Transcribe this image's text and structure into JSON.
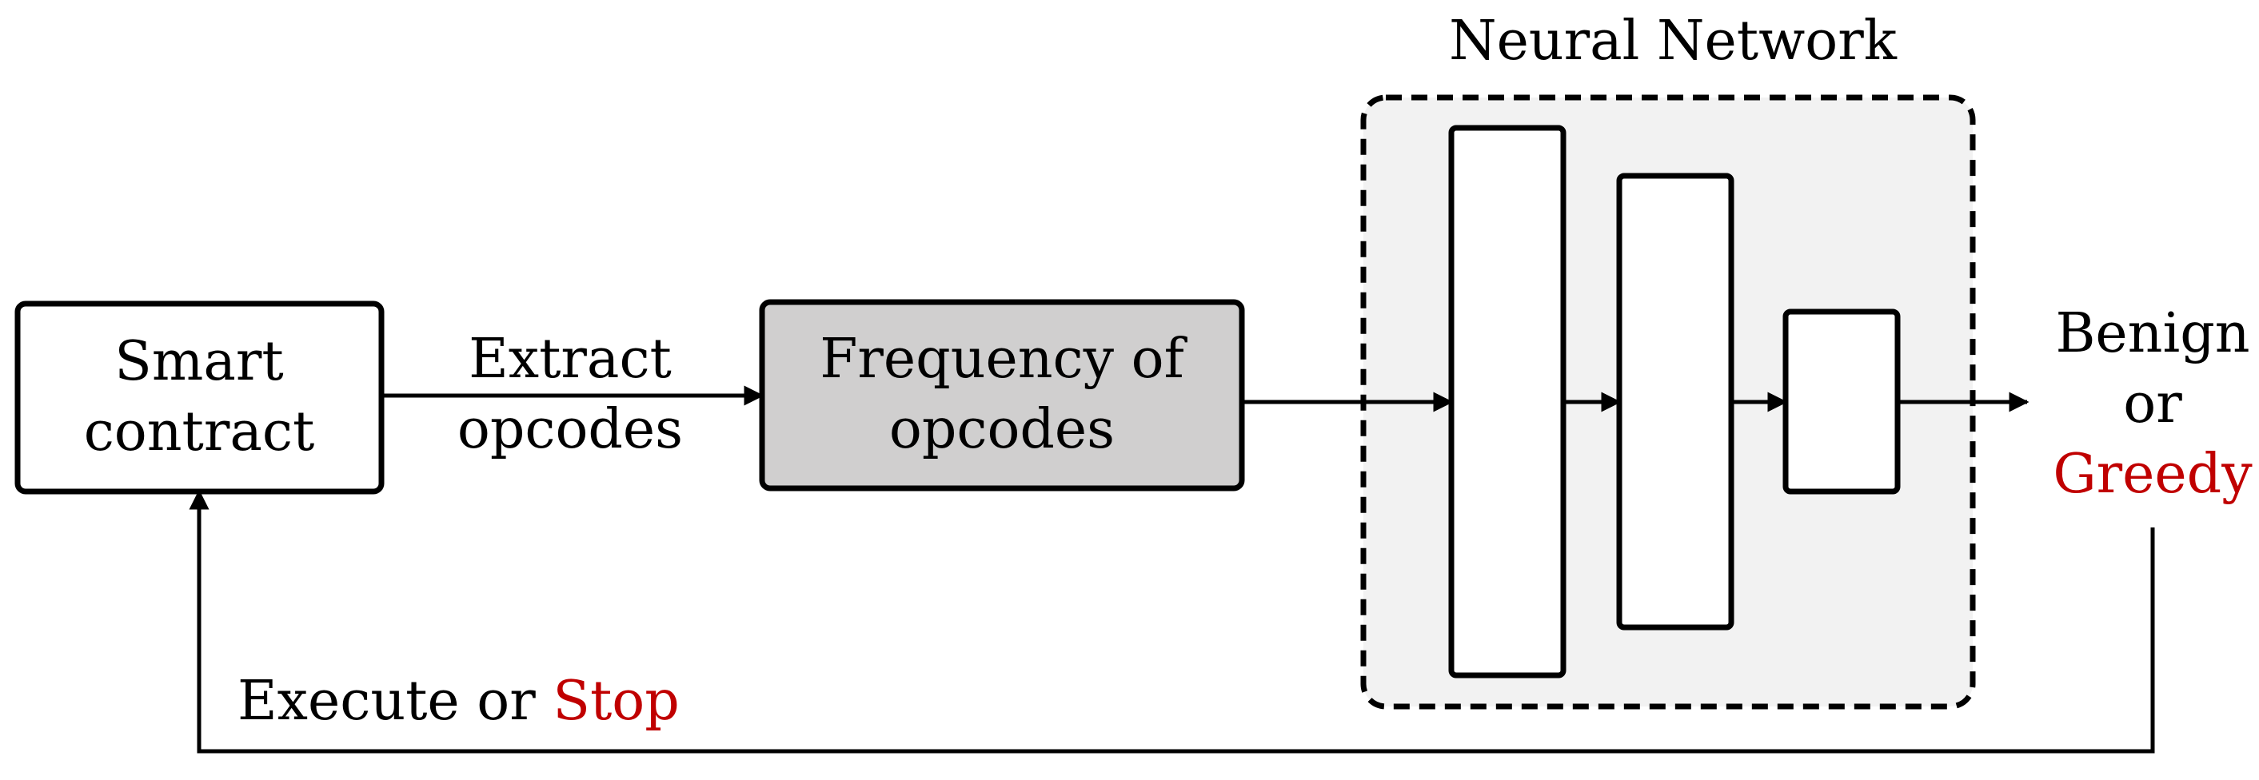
{
  "neural_network": {
    "title": "Neural Network"
  },
  "smart_contract": {
    "line1": "Smart",
    "line2": "contract"
  },
  "extract": {
    "line1": "Extract",
    "line2": "opcodes"
  },
  "frequency": {
    "line1": "Frequency of",
    "line2": "opcodes"
  },
  "output": {
    "line1": "Benign",
    "line2": "or",
    "line3": "Greedy"
  },
  "feedback": {
    "part1": "Execute or ",
    "part2": "Stop"
  },
  "colors": {
    "text": "#000000",
    "highlight": "#c00000",
    "frequency_fill": "#d0cfcf",
    "network_fill": "#f2f2f2",
    "layer_fill": "#ffffff"
  }
}
